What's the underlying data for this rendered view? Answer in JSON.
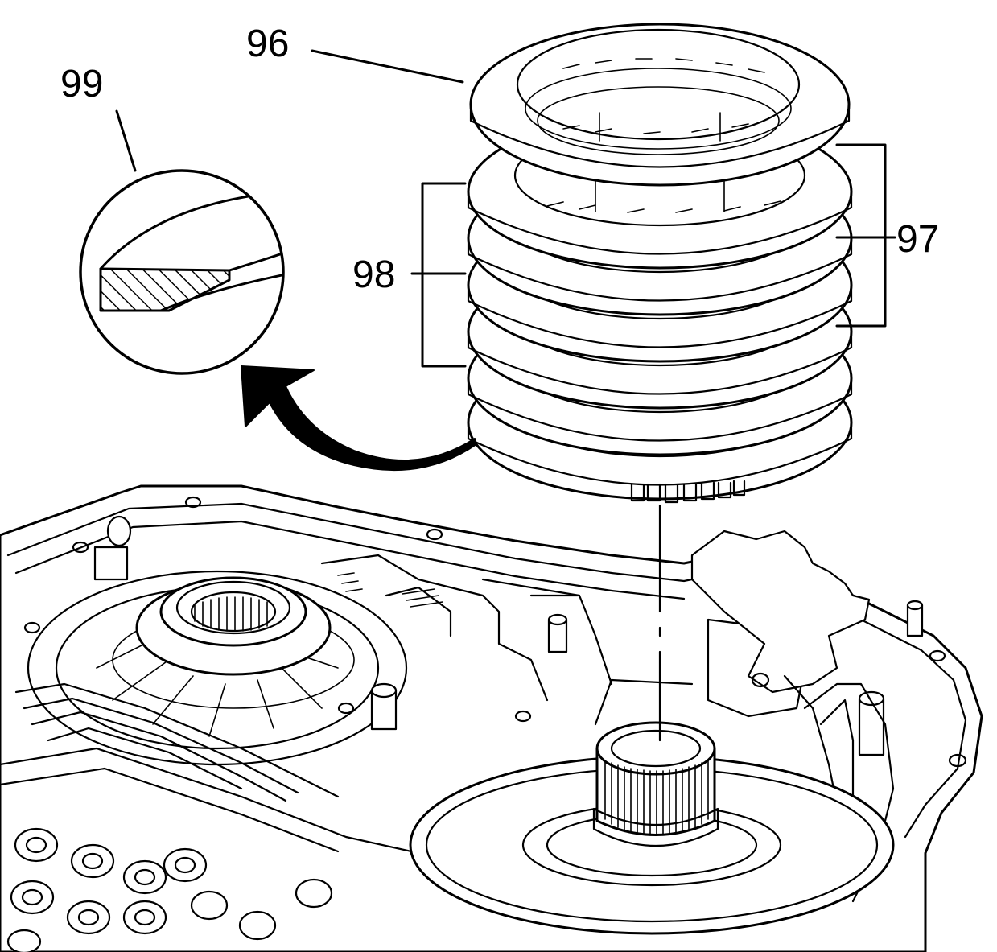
{
  "diagram": {
    "callouts": {
      "c96": "96",
      "c97": "97",
      "c98": "98",
      "c99": "99"
    }
  }
}
